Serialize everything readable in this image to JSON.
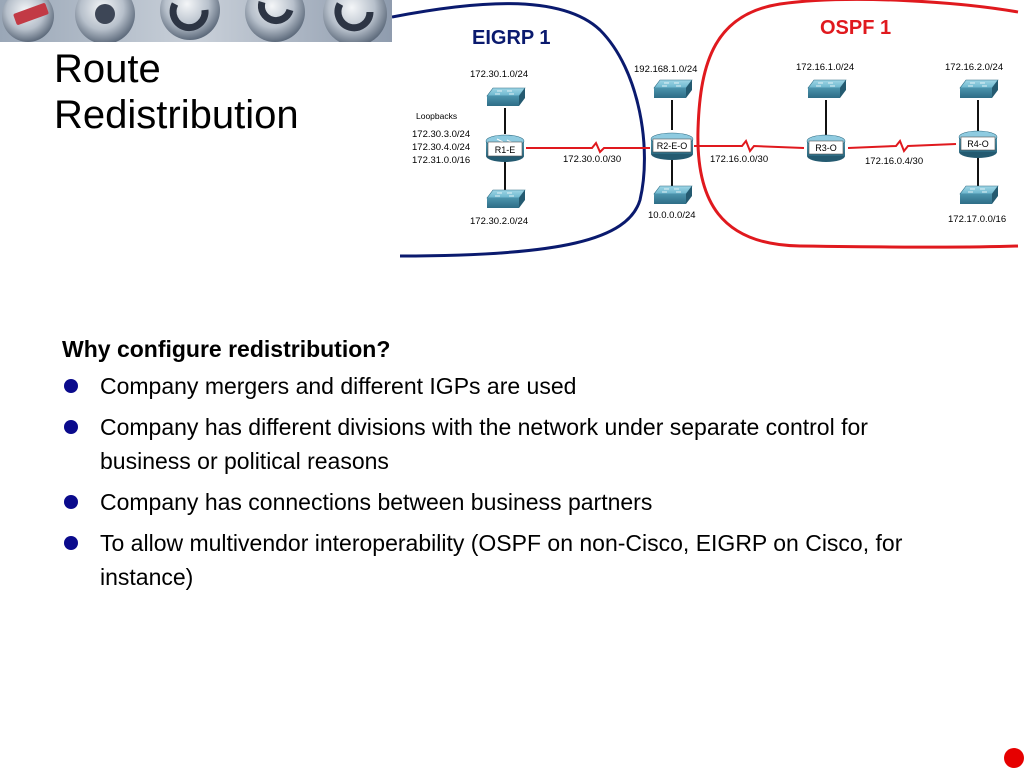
{
  "title": {
    "line1": "Route",
    "line2": "Redistribution"
  },
  "diagram": {
    "domains": {
      "eigrp": {
        "label": "EIGRP 1",
        "color": "#0a1a6e"
      },
      "ospf": {
        "label": "OSPF 1",
        "color": "#e0191e"
      }
    },
    "routers": {
      "r1": "R1-E",
      "r2": "R2-E-O",
      "r3": "R3-O",
      "r4": "R4-O"
    },
    "networks": {
      "r1_top": "172.30.1.0/24",
      "r1_bottom": "172.30.2.0/24",
      "r2_top": "192.168.1.0/24",
      "r2_bottom": "10.0.0.0/24",
      "r3_top": "172.16.1.0/24",
      "r4_top": "172.16.2.0/24",
      "r4_bottom": "172.17.0.0/16",
      "link_r1_r2": "172.30.0.0/30",
      "link_r2_r3": "172.16.0.0/30",
      "link_r3_r4": "172.16.0.4/30"
    },
    "loopbacks": {
      "title": "Loopbacks",
      "items": [
        "172.30.3.0/24",
        "172.30.4.0/24",
        "172.31.0.0/16"
      ]
    },
    "link_color": "#e0191e"
  },
  "content": {
    "question": "Why configure redistribution?",
    "bullets": [
      "Company mergers and different IGPs are used",
      "Company has different divisions with the network under separate control for business or political reasons",
      "Company has connections between business partners",
      "To allow multivendor interoperability (OSPF on non-Cisco, EIGRP on Cisco, for instance)"
    ],
    "bullet_color": "#0a0a8c"
  },
  "decor": {
    "corner_dot_color": "#e60000"
  }
}
